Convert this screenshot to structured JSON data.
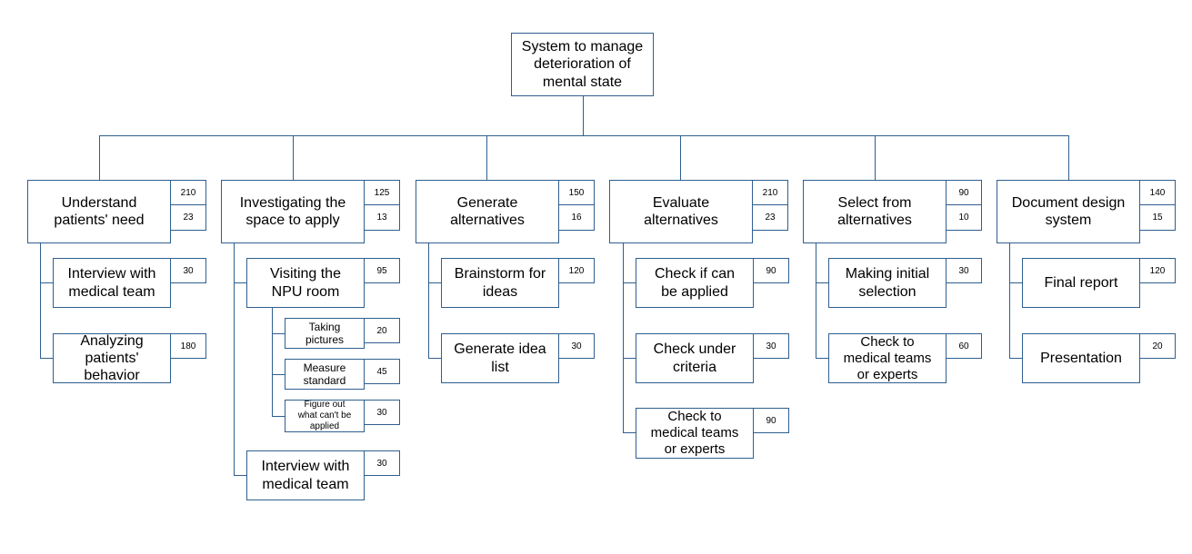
{
  "root": {
    "label": "System to manage\ndeterioration of\nmental state"
  },
  "branches": [
    {
      "label": "Understand\npatients' need",
      "num_a": "210",
      "num_b": "23",
      "children": [
        {
          "label": "Interview with\nmedical team",
          "num": "30"
        },
        {
          "label": "Analyzing\npatients'\nbehavior",
          "num": "180"
        }
      ]
    },
    {
      "label": "Investigating the\nspace to apply",
      "num_a": "125",
      "num_b": "13",
      "children": [
        {
          "label": "Visiting the\nNPU room",
          "num": "95",
          "children": [
            {
              "label": "Taking\npictures",
              "num": "20"
            },
            {
              "label": "Measure\nstandard",
              "num": "45"
            },
            {
              "label": "Figure out\nwhat can't be\napplied",
              "num": "30"
            }
          ]
        },
        {
          "label": "Interview with\nmedical team",
          "num": "30"
        }
      ]
    },
    {
      "label": "Generate\nalternatives",
      "num_a": "150",
      "num_b": "16",
      "children": [
        {
          "label": "Brainstorm for\nideas",
          "num": "120"
        },
        {
          "label": "Generate idea\nlist",
          "num": "30"
        }
      ]
    },
    {
      "label": "Evaluate\nalternatives",
      "num_a": "210",
      "num_b": "23",
      "children": [
        {
          "label": "Check if can\nbe applied",
          "num": "90"
        },
        {
          "label": "Check under\ncriteria",
          "num": "30"
        },
        {
          "label": "Check to\nmedical teams\nor experts",
          "num": "90"
        }
      ]
    },
    {
      "label": "Select from\nalternatives",
      "num_a": "90",
      "num_b": "10",
      "children": [
        {
          "label": "Making initial\nselection",
          "num": "30"
        },
        {
          "label": "Check to\nmedical teams\nor experts",
          "num": "60"
        }
      ]
    },
    {
      "label": "Document design\nsystem",
      "num_a": "140",
      "num_b": "15",
      "children": [
        {
          "label": "Final report",
          "num": "120"
        },
        {
          "label": "Presentation",
          "num": "20"
        }
      ]
    }
  ]
}
